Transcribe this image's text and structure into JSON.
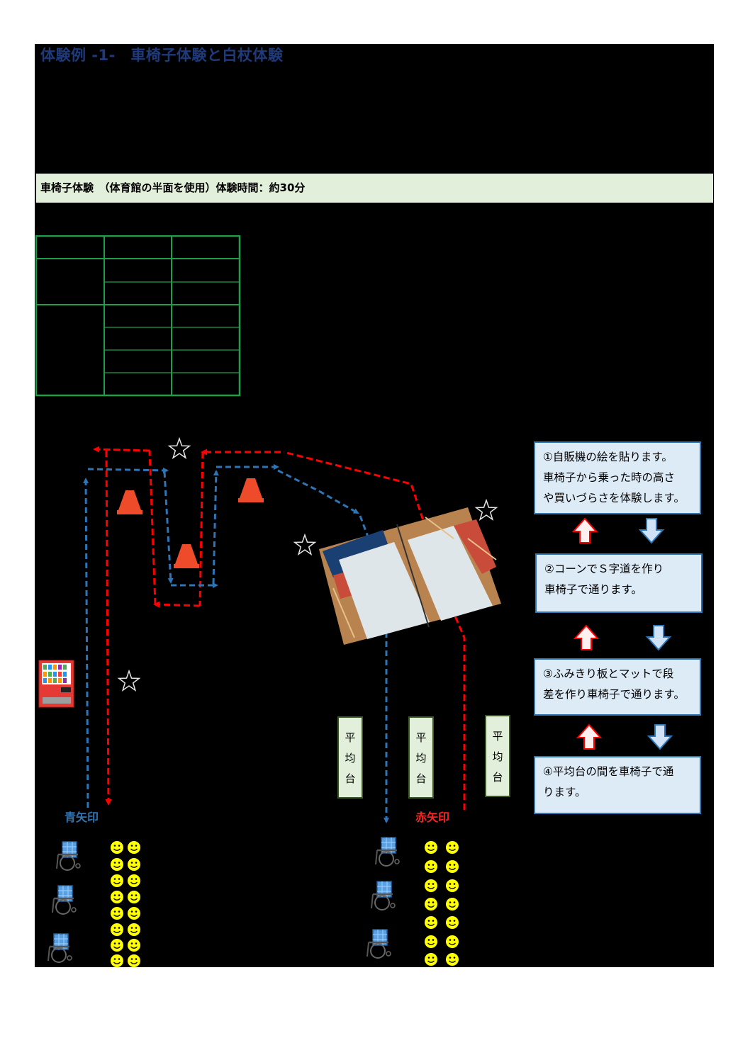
{
  "title": "体験例 -1-　車椅子体験と白杖体験",
  "section": {
    "label": "車椅子体験　（体育館の半面を使用）体験時間：約30分"
  },
  "beam_label_chars": [
    "平",
    "均",
    "台"
  ],
  "arrow_labels": {
    "blue": "青矢印",
    "red": "赤矢印"
  },
  "steps": [
    {
      "lines": [
        "①自販機の絵を貼ります。",
        "車椅子から乗った時の高さ",
        "や買いづらさを体験します。"
      ]
    },
    {
      "lines": [
        "②コーンでＳ字道を作り",
        "車椅子で通ります。"
      ]
    },
    {
      "lines": [
        "③ふみきり板とマットで段",
        "差を作り車椅子で通ります。"
      ]
    },
    {
      "lines": [
        "④平均台の間を車椅子で通",
        "ります。"
      ]
    }
  ],
  "colors": {
    "title": "#1f3a7a",
    "section_bg": "#e2efda",
    "table_border": "#1e9e4a",
    "blue_arrow": "#2e75b6",
    "red_arrow": "#ff0000",
    "cone": "#ee4b2b",
    "step_bg": "#ddebf7",
    "smiley": "#ffff00"
  },
  "icons": [
    "vending-machine-icon",
    "cone-icon",
    "star-icon",
    "wheelchair-icon",
    "smiley-icon",
    "up-arrow-icon",
    "down-arrow-icon"
  ]
}
